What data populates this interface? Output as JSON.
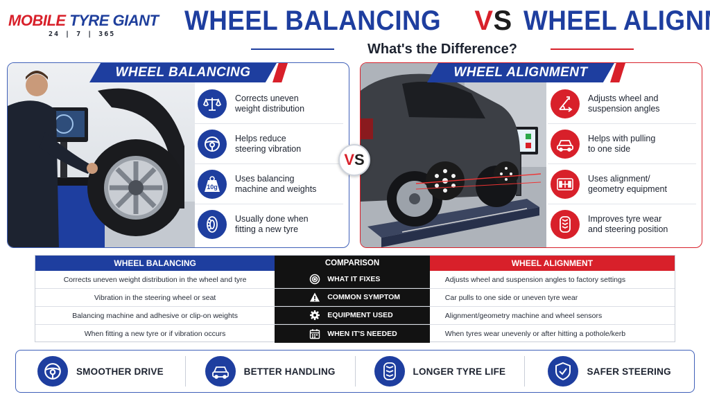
{
  "brand": {
    "name_red": "MOBILE",
    "name_blue": "TYRE GIANT",
    "tagline": "24 | 7 | 365"
  },
  "header": {
    "title_left": "WHEEL BALANCING",
    "vs_v": "V",
    "vs_s": "S",
    "title_right": "WHEEL ALIGNMENT",
    "subtitle": "What's the Difference?"
  },
  "balancing": {
    "banner": "WHEEL BALANCING",
    "features": [
      {
        "icon": "scales-icon",
        "label": "Corrects uneven\nweight distribution"
      },
      {
        "icon": "steering-wheel-icon",
        "label": "Helps reduce\nsteering vibration"
      },
      {
        "icon": "weight-10g-icon",
        "label": "Uses balancing\nmachine and weights"
      },
      {
        "icon": "tyre-icon",
        "label": "Usually done when\nfitting a new tyre"
      }
    ],
    "weight_text": "10g"
  },
  "alignment": {
    "banner": "WHEEL ALIGNMENT",
    "features": [
      {
        "icon": "angle-icon",
        "label": "Adjusts wheel and\nsuspension angles"
      },
      {
        "icon": "car-pull-icon",
        "label": "Helps with pulling\nto one side"
      },
      {
        "icon": "alignment-equipment-icon",
        "label": "Uses alignment/\ngeometry equipment"
      },
      {
        "icon": "tyre-tread-icon",
        "label": "Improves tyre wear\nand steering position"
      }
    ]
  },
  "vs_badge": {
    "v": "V",
    "s": "S"
  },
  "comparison": {
    "headers": {
      "left": "WHEEL BALANCING",
      "middle": "COMPARISON",
      "right": "WHEEL ALIGNMENT"
    },
    "rows": [
      {
        "left": "Corrects uneven weight distribution in the wheel and tyre",
        "icon": "target-icon",
        "middle": "WHAT IT FIXES",
        "right": "Adjusts wheel and suspension angles to factory settings"
      },
      {
        "left": "Vibration in the steering wheel or seat",
        "icon": "warning-icon",
        "middle": "COMMON SYMPTOM",
        "right": "Car pulls to one side or uneven tyre wear"
      },
      {
        "left": "Balancing machine and adhesive or clip-on weights",
        "icon": "gear-icon",
        "middle": "EQUIPMENT USED",
        "right": "Alignment/geometry machine and wheel sensors"
      },
      {
        "left": "When fitting a new tyre or if vibration occurs",
        "icon": "calendar-icon",
        "middle": "WHEN IT'S NEEDED",
        "right": "When tyres wear unevenly or after hitting a pothole/kerb"
      }
    ]
  },
  "benefits": [
    {
      "icon": "steering-wheel-icon",
      "label": "SMOOTHER DRIVE"
    },
    {
      "icon": "car-icon",
      "label": "BETTER HANDLING"
    },
    {
      "icon": "tyre-icon",
      "label": "LONGER TYRE LIFE"
    },
    {
      "icon": "shield-check-icon",
      "label": "SAFER STEERING"
    }
  ],
  "colors": {
    "blue": "#1e3e9f",
    "red": "#d8202a",
    "black": "#121212"
  }
}
